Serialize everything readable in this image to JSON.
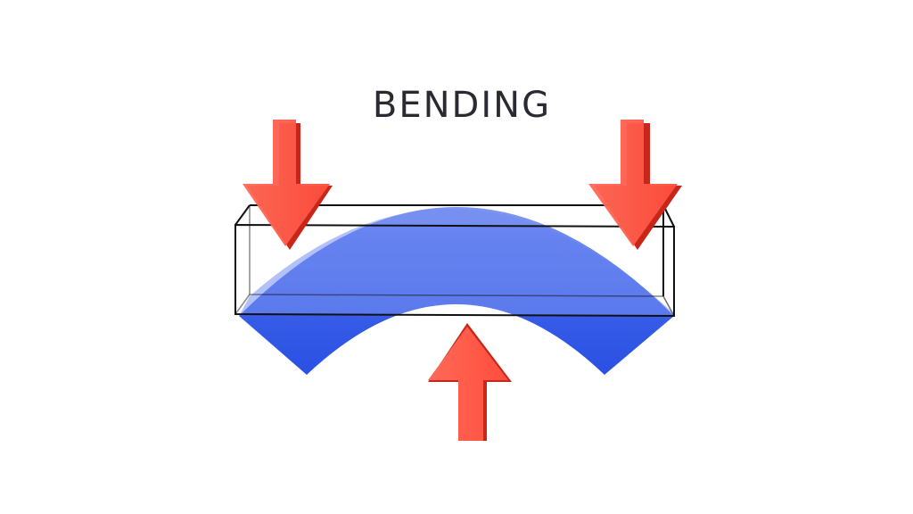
{
  "diagram": {
    "title": "BENDING",
    "colors": {
      "background": "#ffffff",
      "beam_bent": "#2f56e6",
      "beam_bent_light": "#5070ec",
      "arrow_face": "#ff5a4a",
      "arrow_shadow": "#c8261a",
      "outline": "#111111",
      "title": "#2a2a33"
    },
    "elements": {
      "bent_beam": "curved-blue-beam",
      "undeformed_beam": "wireframe-rectangular-beam",
      "load_left": "down-arrow",
      "load_right": "down-arrow",
      "support_center": "up-arrow"
    }
  }
}
